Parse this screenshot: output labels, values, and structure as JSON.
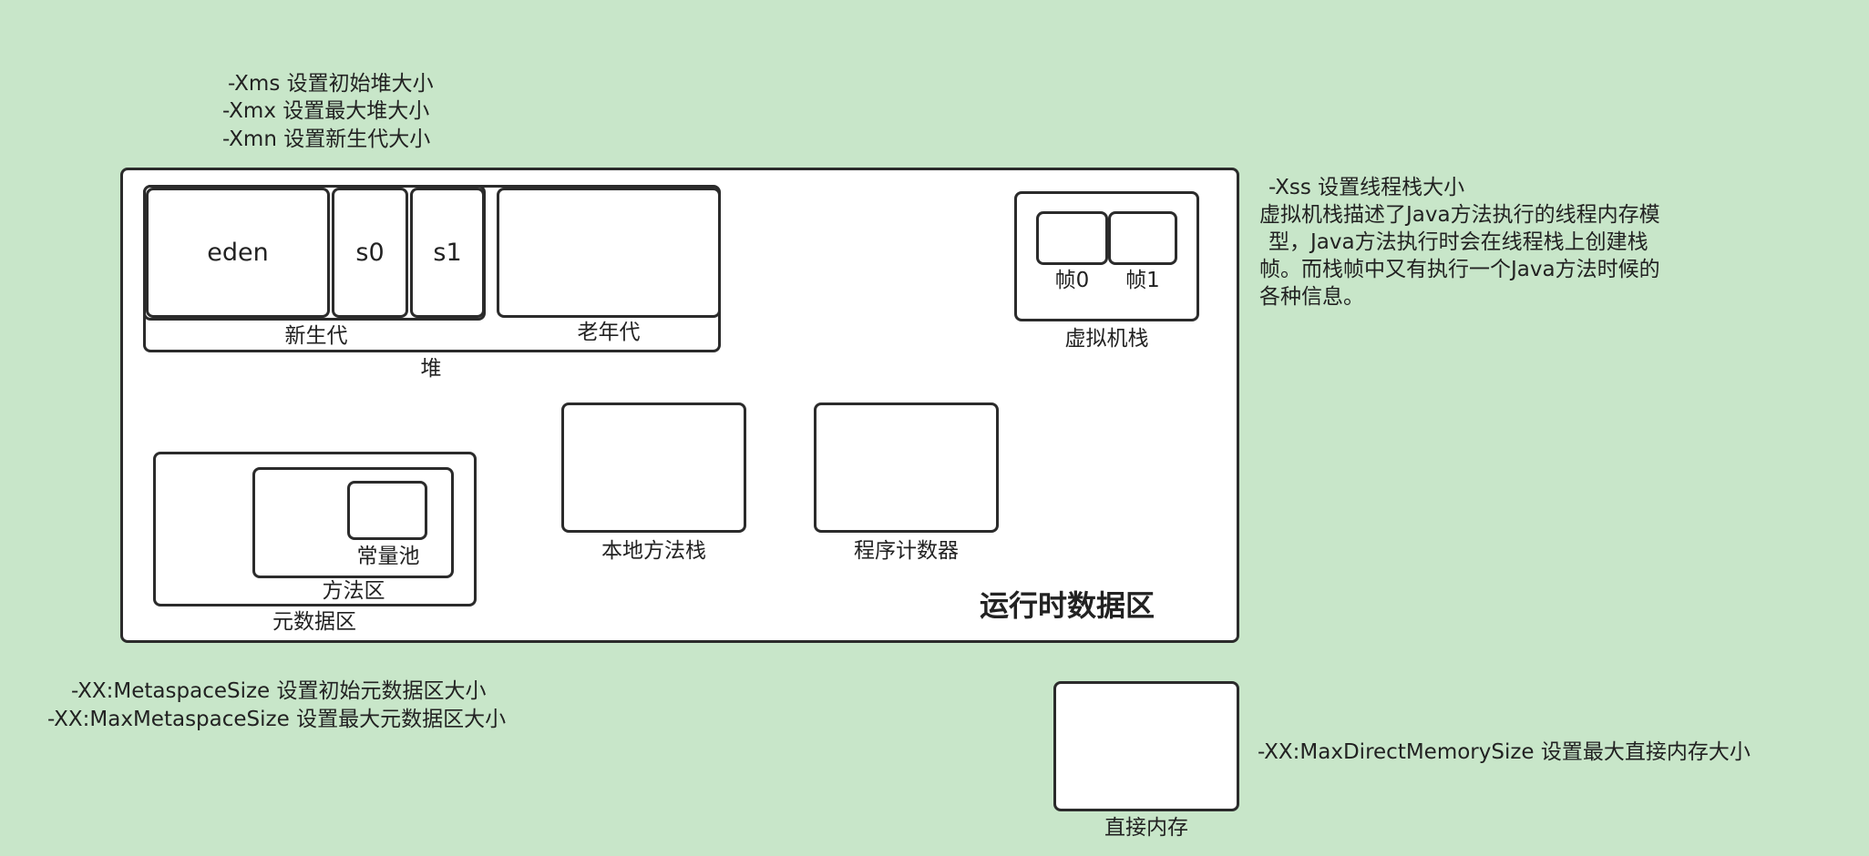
{
  "heap_params": [
    "-Xms 设置初始堆大小",
    "-Xmx 设置最大堆大小",
    "-Xmn 设置新生代大小"
  ],
  "stack_note": {
    "param": "-Xss 设置线程栈大小",
    "lines": [
      "虚拟机栈描述了Java方法执行的线程内存模",
      "型，Java方法执行时会在线程栈上创建栈",
      "帧。而栈帧中又有执行一个Java方法时候的",
      "各种信息。"
    ]
  },
  "heap": {
    "eden": "eden",
    "s0": "s0",
    "s1": "s1",
    "young_label": "新生代",
    "old_label": "老年代",
    "heap_label": "堆"
  },
  "vm_stack": {
    "frame0": "帧0",
    "frame1": "帧1",
    "label": "虚拟机栈"
  },
  "metaspace": {
    "pool_label": "常量池",
    "method_area_label": "方法区",
    "label": "元数据区"
  },
  "native_stack_label": "本地方法栈",
  "pc_label": "程序计数器",
  "runtime_title": "运行时数据区",
  "meta_params": [
    "-XX:MetaspaceSize 设置初始元数据区大小",
    "-XX:MaxMetaspaceSize 设置最大元数据区大小"
  ],
  "direct_memory": {
    "label": "直接内存",
    "param": "-XX:MaxDirectMemorySize 设置最大直接内存大小"
  }
}
